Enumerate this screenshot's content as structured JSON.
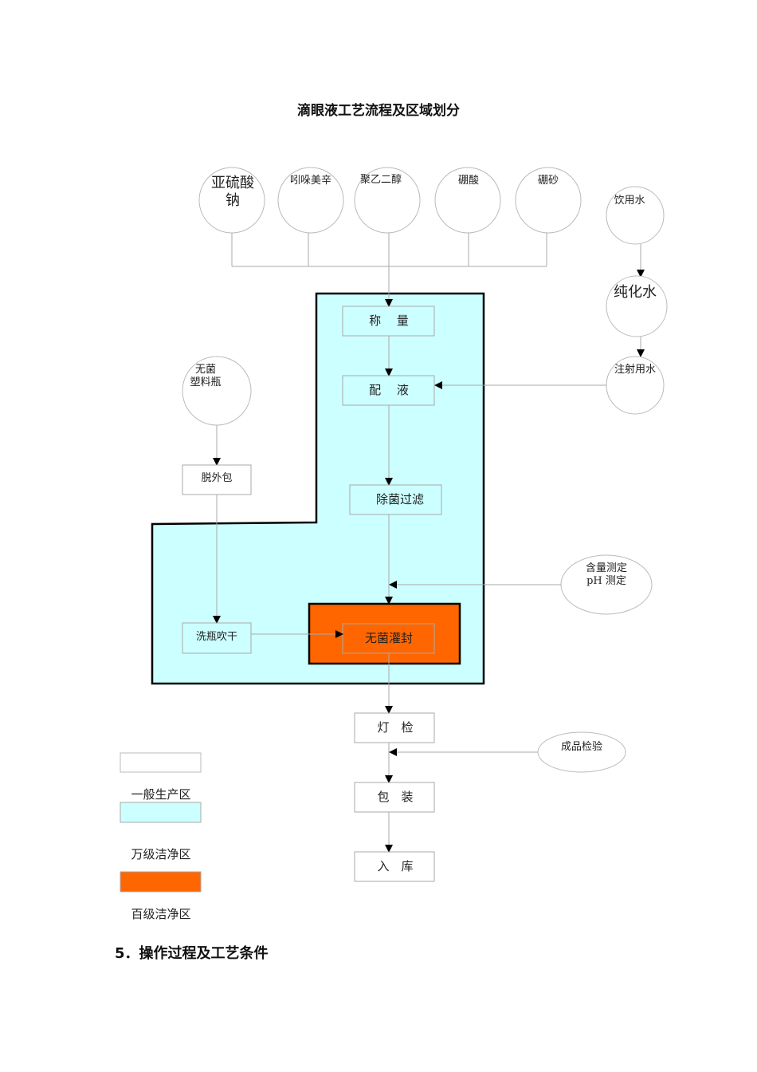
{
  "title": "滴眼液工艺流程及区域划分",
  "raw_materials": [
    "亚硫酸",
    "钠",
    "吲哚美辛",
    "聚乙二醇",
    "硼酸",
    "硼砂"
  ],
  "water": {
    "drinking": "饮用水",
    "purified": "纯化水",
    "injection": "注射用水"
  },
  "steps": {
    "weigh": "称　 量",
    "prepare": "配　 液",
    "filter": "除菌过滤",
    "fill": "无菌灌封",
    "inspect": "灯　检",
    "pack": "包　装",
    "store": "入　库"
  },
  "bottle": {
    "line1": "无菌",
    "line2": "塑料瓶",
    "unpack": "脱外包",
    "wash": "洗瓶吹干"
  },
  "tests": {
    "content_line1": "含量测定",
    "content_line2": "pH 测定",
    "final": "成品检验"
  },
  "legend": [
    {
      "label": "一般生产区",
      "color": "#ffffff"
    },
    {
      "label": "万级洁净区",
      "color": "#ccffff"
    },
    {
      "label": "百级洁净区",
      "color": "#ff6600"
    }
  ],
  "section_heading": "5．操作过程及工艺条件"
}
